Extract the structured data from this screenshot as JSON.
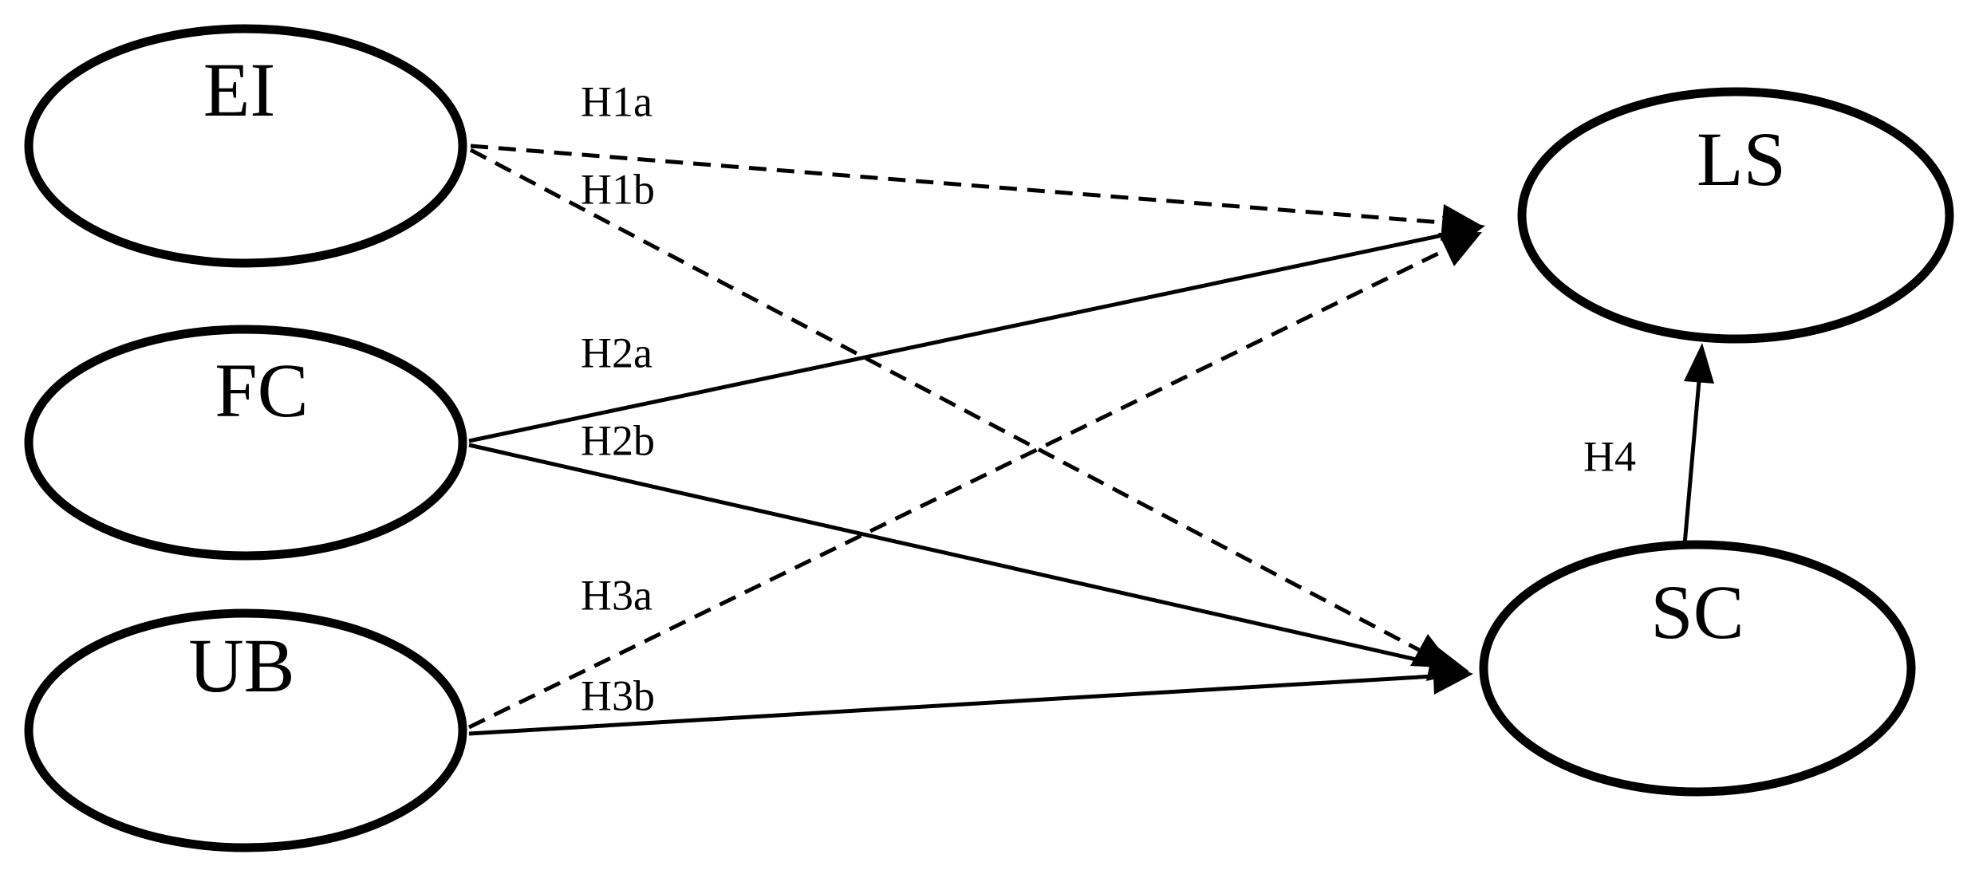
{
  "nodes": [
    {
      "id": "EI",
      "label": "EI"
    },
    {
      "id": "FC",
      "label": "FC"
    },
    {
      "id": "UB",
      "label": "UB"
    },
    {
      "id": "LS",
      "label": "LS"
    },
    {
      "id": "SC",
      "label": "SC"
    }
  ],
  "edges": [
    {
      "id": "H1a",
      "label": "H1a",
      "from": "EI",
      "to": "LS",
      "style": "dashed"
    },
    {
      "id": "H1b",
      "label": "H1b",
      "from": "EI",
      "to": "SC",
      "style": "dashed"
    },
    {
      "id": "H2a",
      "label": "H2a",
      "from": "FC",
      "to": "LS",
      "style": "solid"
    },
    {
      "id": "H2b",
      "label": "H2b",
      "from": "FC",
      "to": "SC",
      "style": "solid"
    },
    {
      "id": "H3a",
      "label": "H3a",
      "from": "UB",
      "to": "LS",
      "style": "dashed"
    },
    {
      "id": "H3b",
      "label": "H3b",
      "from": "UB",
      "to": "SC",
      "style": "solid"
    },
    {
      "id": "H4",
      "label": "H4",
      "from": "SC",
      "to": "LS",
      "style": "solid"
    }
  ]
}
